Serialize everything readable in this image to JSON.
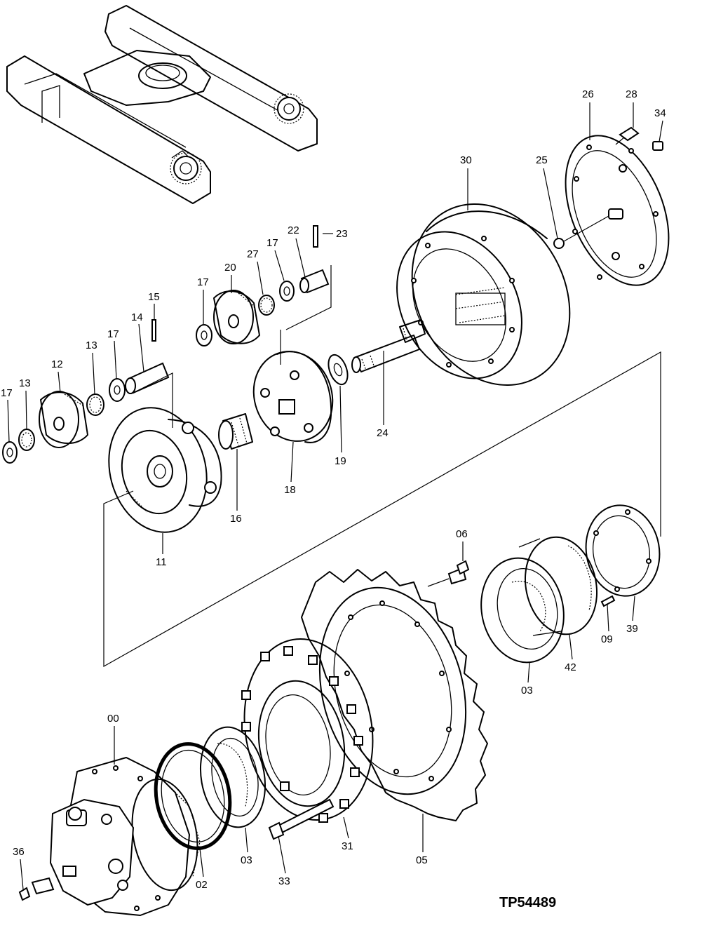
{
  "labels": {
    "p00": "00",
    "p02": "02",
    "p03a": "03",
    "p03b": "03",
    "p05": "05",
    "p06": "06",
    "p09": "09",
    "p11": "11",
    "p12": "12",
    "p13a": "13",
    "p13b": "13",
    "p14": "14",
    "p15": "15",
    "p16": "16",
    "p17a": "17",
    "p17b": "17",
    "p17c": "17",
    "p17d": "17",
    "p18": "18",
    "p19": "19",
    "p20": "20",
    "p22": "22",
    "p23": "23",
    "p24": "24",
    "p25": "25",
    "p26": "26",
    "p27": "27",
    "p28": "28",
    "p30": "30",
    "p31": "31",
    "p33": "33",
    "p34": "34",
    "p36": "36",
    "p39": "39",
    "p42": "42"
  },
  "figure_code": "TP54489"
}
